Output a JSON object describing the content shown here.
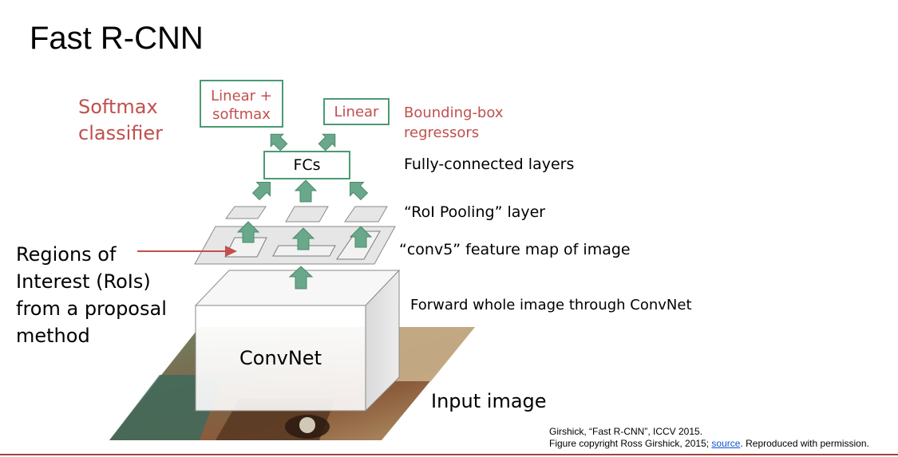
{
  "slide": {
    "title": "Fast R-CNN",
    "labels": {
      "softmax_classifier_line1": "Softmax",
      "softmax_classifier_line2": "classifier",
      "bbox_regressors_line1": "Bounding-box",
      "bbox_regressors_line2": "regressors",
      "fully_connected": "Fully-connected layers",
      "roi_pooling": "“RoI Pooling” layer",
      "conv5": "“conv5” feature map of image",
      "forward": "Forward whole image through ConvNet",
      "input_image": "Input image",
      "rois_line1": "Regions of",
      "rois_line2": "Interest (RoIs)",
      "rois_line3": "from a proposal",
      "rois_line4": "method"
    },
    "boxes": {
      "linear_softmax_line1": "Linear +",
      "linear_softmax_line2": "softmax",
      "linear": "Linear",
      "fcs": "FCs",
      "convnet": "ConvNet"
    },
    "citation": {
      "line1": "Girshick, “Fast R-CNN”, ICCV 2015.",
      "line2_prefix": "Figure copyright Ross Girshick, 2015; ",
      "link_text": "source",
      "line2_suffix": ". Reproduced with permission."
    },
    "colors": {
      "accent_red": "#c0504d",
      "box_green": "#4a9a74",
      "arrow_green": "#6aa88b",
      "feature_map_fill": "#e6e6e6"
    }
  }
}
